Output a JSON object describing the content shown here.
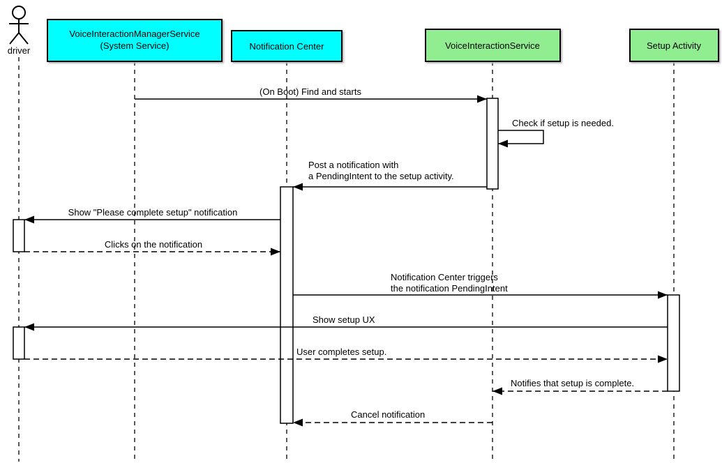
{
  "diagram_type": "uml-sequence-diagram",
  "colors": {
    "system_service_fill": "#00ffff",
    "app_component_fill": "#90ee90",
    "line_color": "#000000",
    "background": "#ffffff"
  },
  "participants": {
    "driver": {
      "label": "driver",
      "kind": "actor"
    },
    "vims": {
      "line1": "VoiceInteractionManagerService",
      "line2": "(System Service)",
      "kind": "object",
      "fill": "#00ffff"
    },
    "notification_center": {
      "label": "Notification Center",
      "kind": "object",
      "fill": "#00ffff"
    },
    "vis": {
      "label": "VoiceInteractionService",
      "kind": "object",
      "fill": "#90ee90"
    },
    "setup_activity": {
      "label": "Setup Activity",
      "kind": "object",
      "fill": "#90ee90"
    }
  },
  "messages": {
    "find_and_starts": {
      "label": "(On Boot) Find and starts",
      "from": "vims",
      "to": "vis",
      "style": "solid"
    },
    "check_setup": {
      "label": "Check if setup is needed.",
      "from": "vis",
      "to": "vis",
      "style": "solid",
      "self": true
    },
    "post_notification": {
      "line1": "Post a notification with",
      "line2": "a PendingIntent to the setup activity.",
      "from": "vis",
      "to": "notification_center",
      "style": "solid"
    },
    "show_notification": {
      "label": "Show \"Please complete setup\" notification",
      "from": "notification_center",
      "to": "driver",
      "style": "solid"
    },
    "clicks_notification": {
      "label": "Clicks on the notification",
      "from": "driver",
      "to": "notification_center",
      "style": "dashed"
    },
    "triggers_pending_intent": {
      "line1": "Notification Center triggers",
      "line2": "the notification PendingIntent",
      "from": "notification_center",
      "to": "setup_activity",
      "style": "solid"
    },
    "show_setup_ux": {
      "label": "Show setup UX",
      "from": "setup_activity",
      "to": "driver",
      "style": "solid"
    },
    "user_completes_setup": {
      "label": "User completes setup.",
      "from": "driver",
      "to": "setup_activity",
      "style": "dashed"
    },
    "notifies_setup_complete": {
      "label": "Notifies that setup is complete.",
      "from": "setup_activity",
      "to": "vis",
      "style": "dashed"
    },
    "cancel_notification": {
      "label": "Cancel notification",
      "from": "vis",
      "to": "notification_center",
      "style": "dashed"
    }
  }
}
